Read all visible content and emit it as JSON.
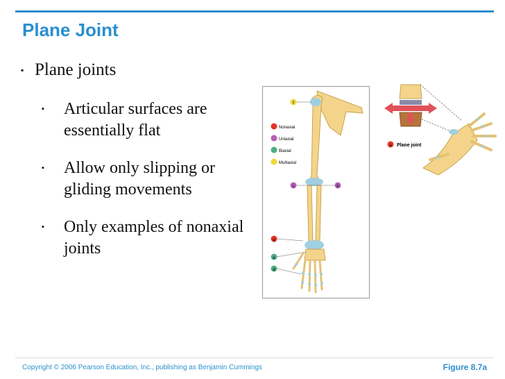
{
  "slide": {
    "title": "Plane Joint",
    "bullet": "Plane joints",
    "subbullets": [
      "Articular surfaces are essentially flat",
      "Allow only slipping or gliding movements",
      "Only examples of nonaxial joints"
    ]
  },
  "figure": {
    "legend": [
      "Nonaxial",
      "Uniaxial",
      "Biaxial",
      "Multiaxial"
    ],
    "legend_colors": [
      "#e8332a",
      "#b560b5",
      "#4fae84",
      "#f0d73a"
    ],
    "markers": [
      "f",
      "c",
      "b",
      "g",
      "e",
      "d"
    ],
    "plane_label": "Plane joint",
    "plane_marker": "a"
  },
  "footer": {
    "copyright": "Copyright © 2006 Pearson Education, Inc., publishing as Benjamin Cummings",
    "figure_ref": "Figure 8.7a"
  }
}
